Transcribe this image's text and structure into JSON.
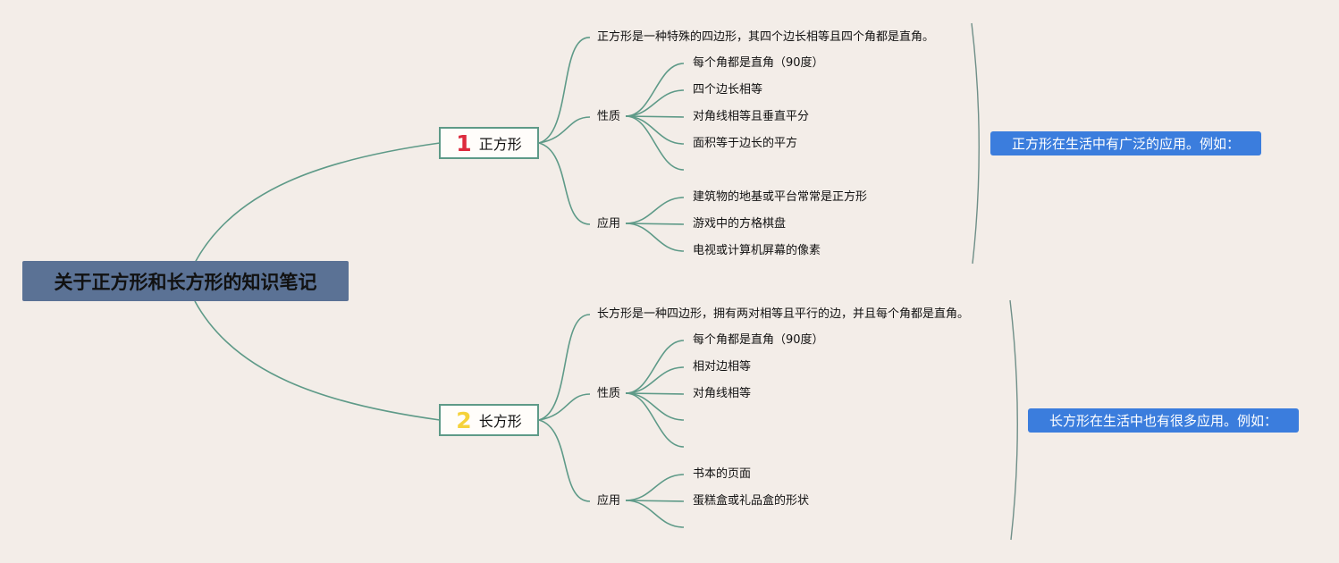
{
  "root": {
    "title": "关于正方形和长方形的知识笔记"
  },
  "square": {
    "number": "1",
    "label": "正方形",
    "definition": "正方形是一种特殊的四边形，其四个边长相等且四个角都是直角。",
    "properties_label": "性质",
    "properties": [
      "每个角都是直角（90度）",
      "四个边长相等",
      "对角线相等且垂直平分",
      "面积等于边长的平方"
    ],
    "applications_label": "应用",
    "applications": [
      "建筑物的地基或平台常常是正方形",
      "游戏中的方格棋盘",
      "电视或计算机屏幕的像素"
    ],
    "summary": "正方形在生活中有广泛的应用。例如："
  },
  "rectangle": {
    "number": "2",
    "label": "长方形",
    "definition": "长方形是一种四边形，拥有两对相等且平行的边，并且每个角都是直角。",
    "properties_label": "性质",
    "properties": [
      "每个角都是直角（90度）",
      "相对边相等",
      "对角线相等"
    ],
    "applications_label": "应用",
    "applications": [
      "书本的页面",
      "蛋糕盒或礼品盒的形状"
    ],
    "summary": "长方形在生活中也有很多应用。例如："
  },
  "colors": {
    "background": "#f3ede8",
    "line": "#5e9a88",
    "root": "#5b7295",
    "callout": "#3b7ddd",
    "bracket": "#6f8f88"
  }
}
